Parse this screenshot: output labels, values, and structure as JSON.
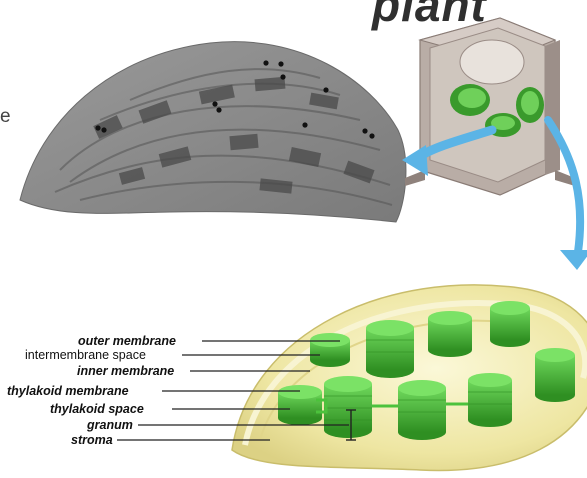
{
  "header": {
    "partial_word": "plant"
  },
  "margin_fragment": "e",
  "diagram": {
    "labels": [
      {
        "key": "outer_membrane",
        "text": "outer membrane",
        "emphasis": true
      },
      {
        "key": "intermembrane_space",
        "text": "intermembrane space",
        "emphasis": false
      },
      {
        "key": "inner_membrane",
        "text": "inner membrane",
        "emphasis": true
      },
      {
        "key": "thylakoid_membrane",
        "text": "thylakoid membrane",
        "emphasis": true
      },
      {
        "key": "thylakoid_space",
        "text": "thylakoid space",
        "emphasis": true
      },
      {
        "key": "granum",
        "text": "granum",
        "emphasis": true
      },
      {
        "key": "stroma",
        "text": "stroma",
        "emphasis": true
      }
    ],
    "colors": {
      "arrow": "#5bb4e6",
      "chloroplast_green": "#3a9a2c",
      "grana_green": "#4cc23c",
      "envelope_yellow": "#f2ecb0",
      "micrograph_gray": "#8c8c8c",
      "cell_wall_gray": "#9a8c86"
    }
  }
}
